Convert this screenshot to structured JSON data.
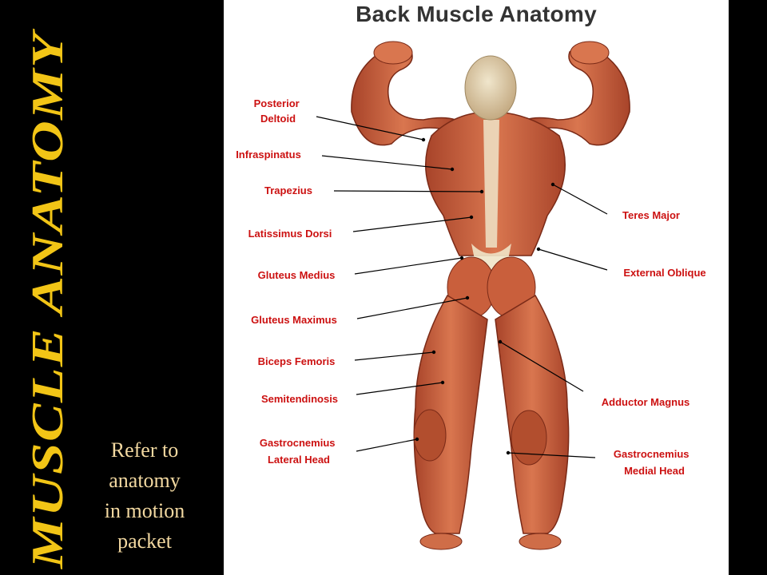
{
  "slide": {
    "vertical_title": "MUSCLE ANATOMY",
    "note_lines": [
      "Refer to",
      "anatomy",
      "in motion",
      "packet"
    ],
    "title_color": "#f2c516",
    "note_color": "#f3d9a1"
  },
  "diagram": {
    "title": "Back Muscle Anatomy",
    "label_color": "#cc1111",
    "labels": {
      "posterior_deltoid": [
        "Posterior",
        "Deltoid"
      ],
      "infraspinatus": "Infraspinatus",
      "trapezius": "Trapezius",
      "latissimus_dorsi": "Latissimus Dorsi",
      "gluteus_medius": "Gluteus Medius",
      "gluteus_maximus": "Gluteus Maximus",
      "biceps_femoris": "Biceps Femoris",
      "semitendinosis": "Semitendinosis",
      "gastrocnemius_lateral": [
        "Gastrocnemius",
        "Lateral Head"
      ],
      "teres_major": "Teres Major",
      "external_oblique": "External Oblique",
      "adductor_magnus": "Adductor Magnus",
      "gastrocnemius_medial": [
        "Gastrocnemius",
        "Medial Head"
      ]
    }
  }
}
